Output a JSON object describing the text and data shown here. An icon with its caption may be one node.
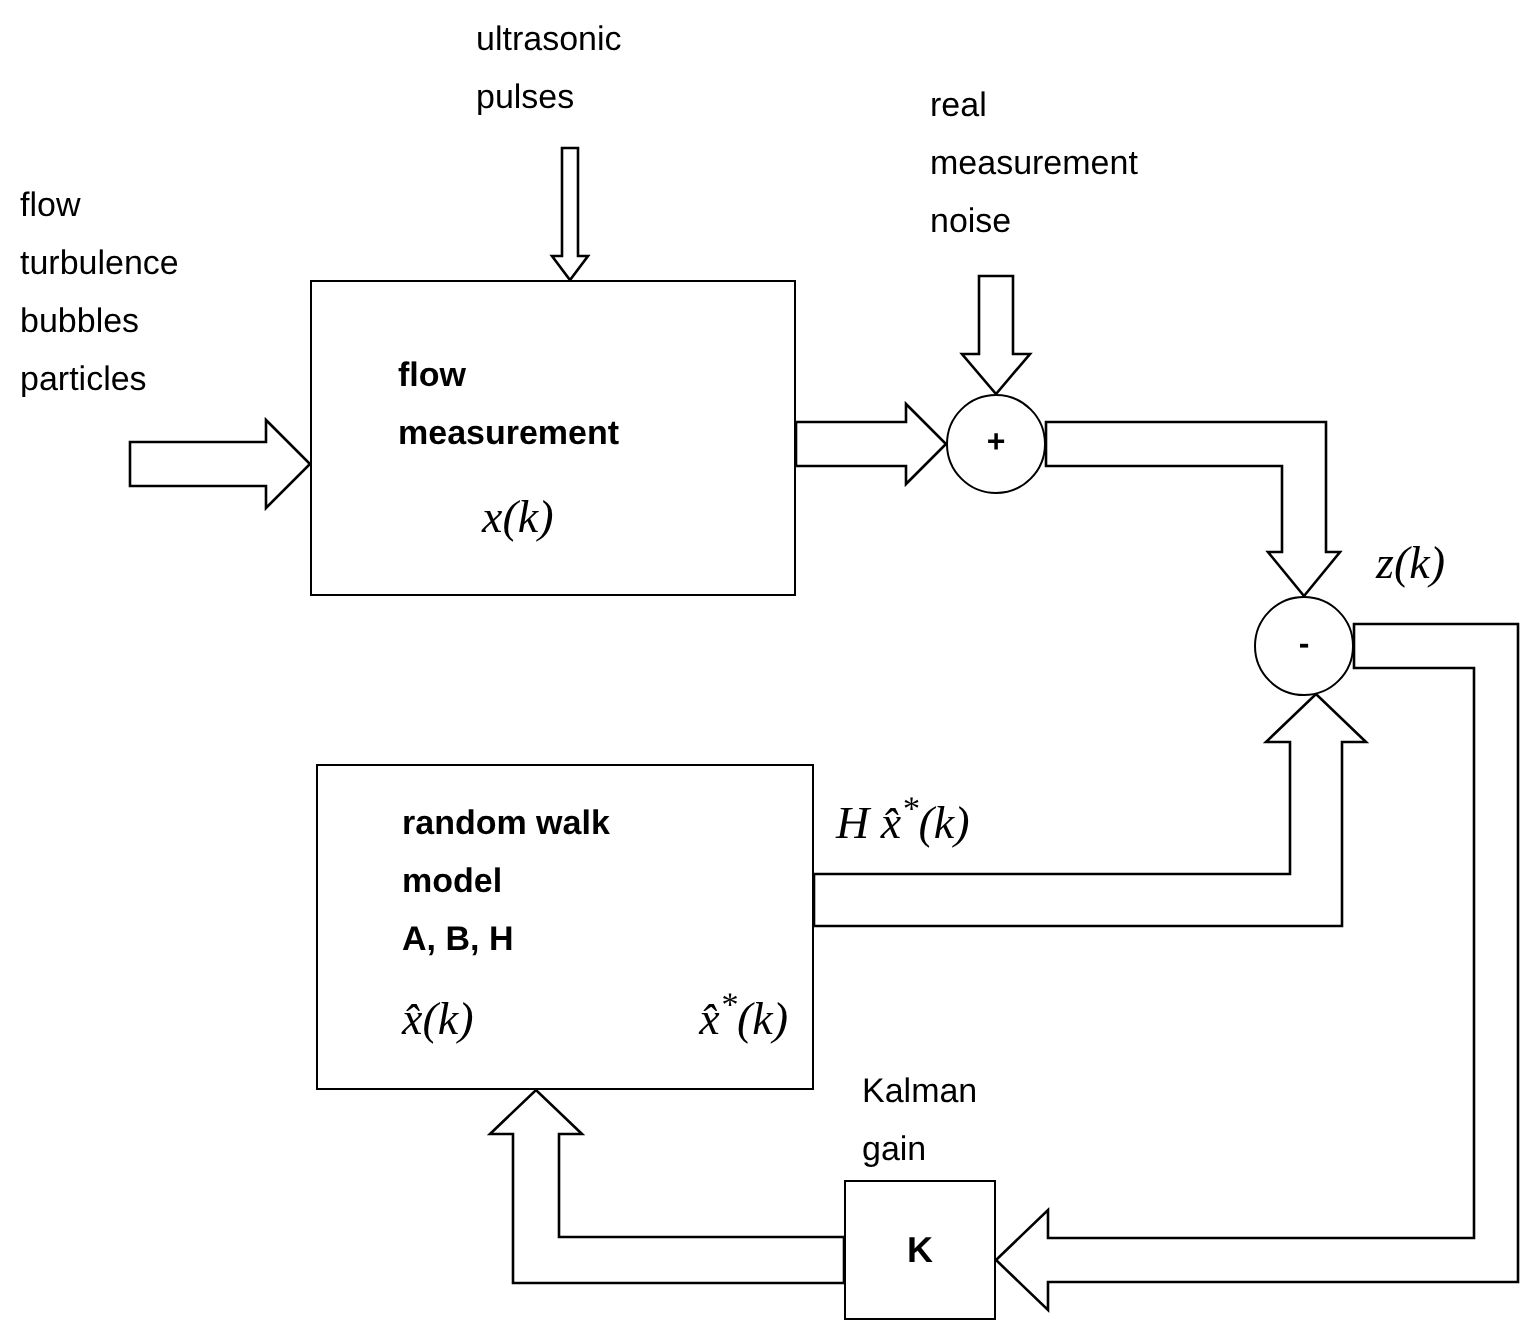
{
  "diagram": {
    "nodes": [
      {
        "text": [
          "flow turbulence bubbles particles"
        ]
      },
      {
        "text": [
          "flow measurement",
          "x(k)"
        ]
      },
      {
        "text": [
          "ultrasonic pulses"
        ]
      },
      {
        "text": [
          "real measurement noise"
        ]
      },
      {
        "text": [
          "+"
        ]
      },
      {
        "text": [
          "-"
        ]
      },
      {
        "text": [
          "random walk model",
          "A, B, H",
          "x̂(k)",
          "x̂$^{*}$(k)"
        ]
      },
      {
        "text": [
          "K"
        ],
        "beside": [
          "Kalman gain"
        ]
      }
    ],
    "edges": [
      {
        "from": 0,
        "to": 1,
        "arrow": "to"
      },
      {
        "from": 2,
        "to": 1,
        "arrow": "to"
      },
      {
        "from": 3,
        "to": 4,
        "arrow": "to"
      },
      {
        "from": 1,
        "to": 4,
        "arrow": "to"
      },
      {
        "from": 4,
        "to": 5,
        "arrow": "to",
        "label": "z(k)"
      },
      {
        "from": 6,
        "to": 5,
        "arrow": "to",
        "label": "H x̂$^{*}$(k)"
      },
      {
        "from": 5,
        "to": 7,
        "arrow": "to"
      },
      {
        "from": 7,
        "to": 6,
        "arrow": "to"
      }
    ]
  }
}
